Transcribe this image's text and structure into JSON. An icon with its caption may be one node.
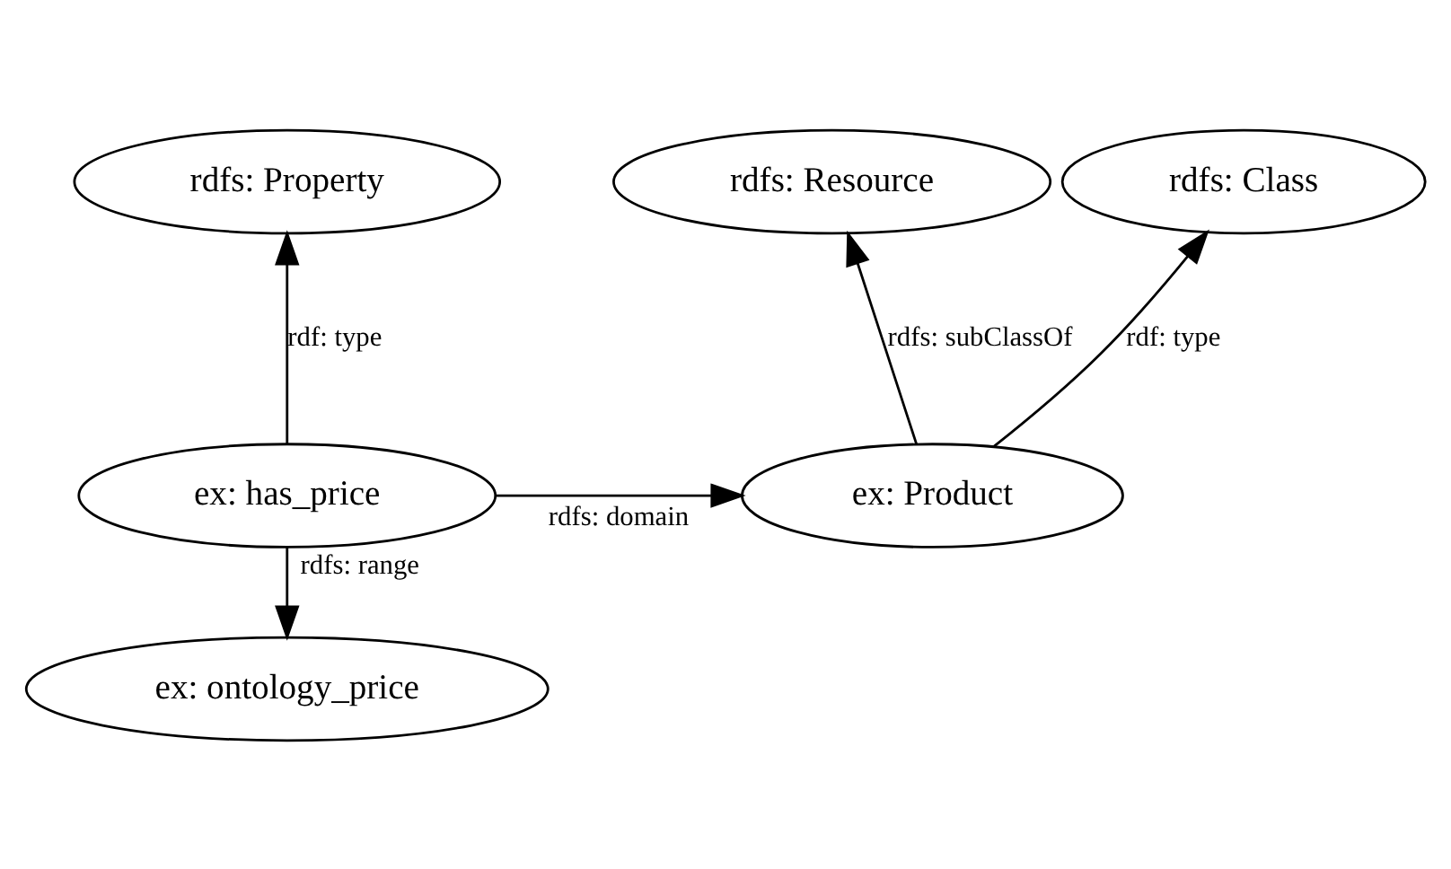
{
  "diagram": {
    "nodes": [
      {
        "text": [
          "rdfs: Class"
        ]
      },
      {
        "text": [
          "rdfs: Resource"
        ]
      },
      {
        "text": [
          "rdfs: Property"
        ]
      },
      {
        "text": [
          "ex: Product"
        ]
      },
      {
        "text": [
          "ex: has_price"
        ]
      },
      {
        "text": [
          "ex: ontology_price"
        ]
      }
    ],
    "edges": [
      {
        "from": 3,
        "to": 0,
        "arrow": "to",
        "label": "rdf: type"
      },
      {
        "from": 3,
        "to": 1,
        "arrow": "to",
        "label": "rdfs: subClassOf"
      },
      {
        "from": 4,
        "to": 2,
        "arrow": "to",
        "label": "rdf: type"
      },
      {
        "from": 4,
        "to": 3,
        "arrow": "to",
        "label": "rdfs: domain"
      },
      {
        "from": 4,
        "to": 5,
        "arrow": "to",
        "label": "rdfs: range"
      }
    ]
  }
}
